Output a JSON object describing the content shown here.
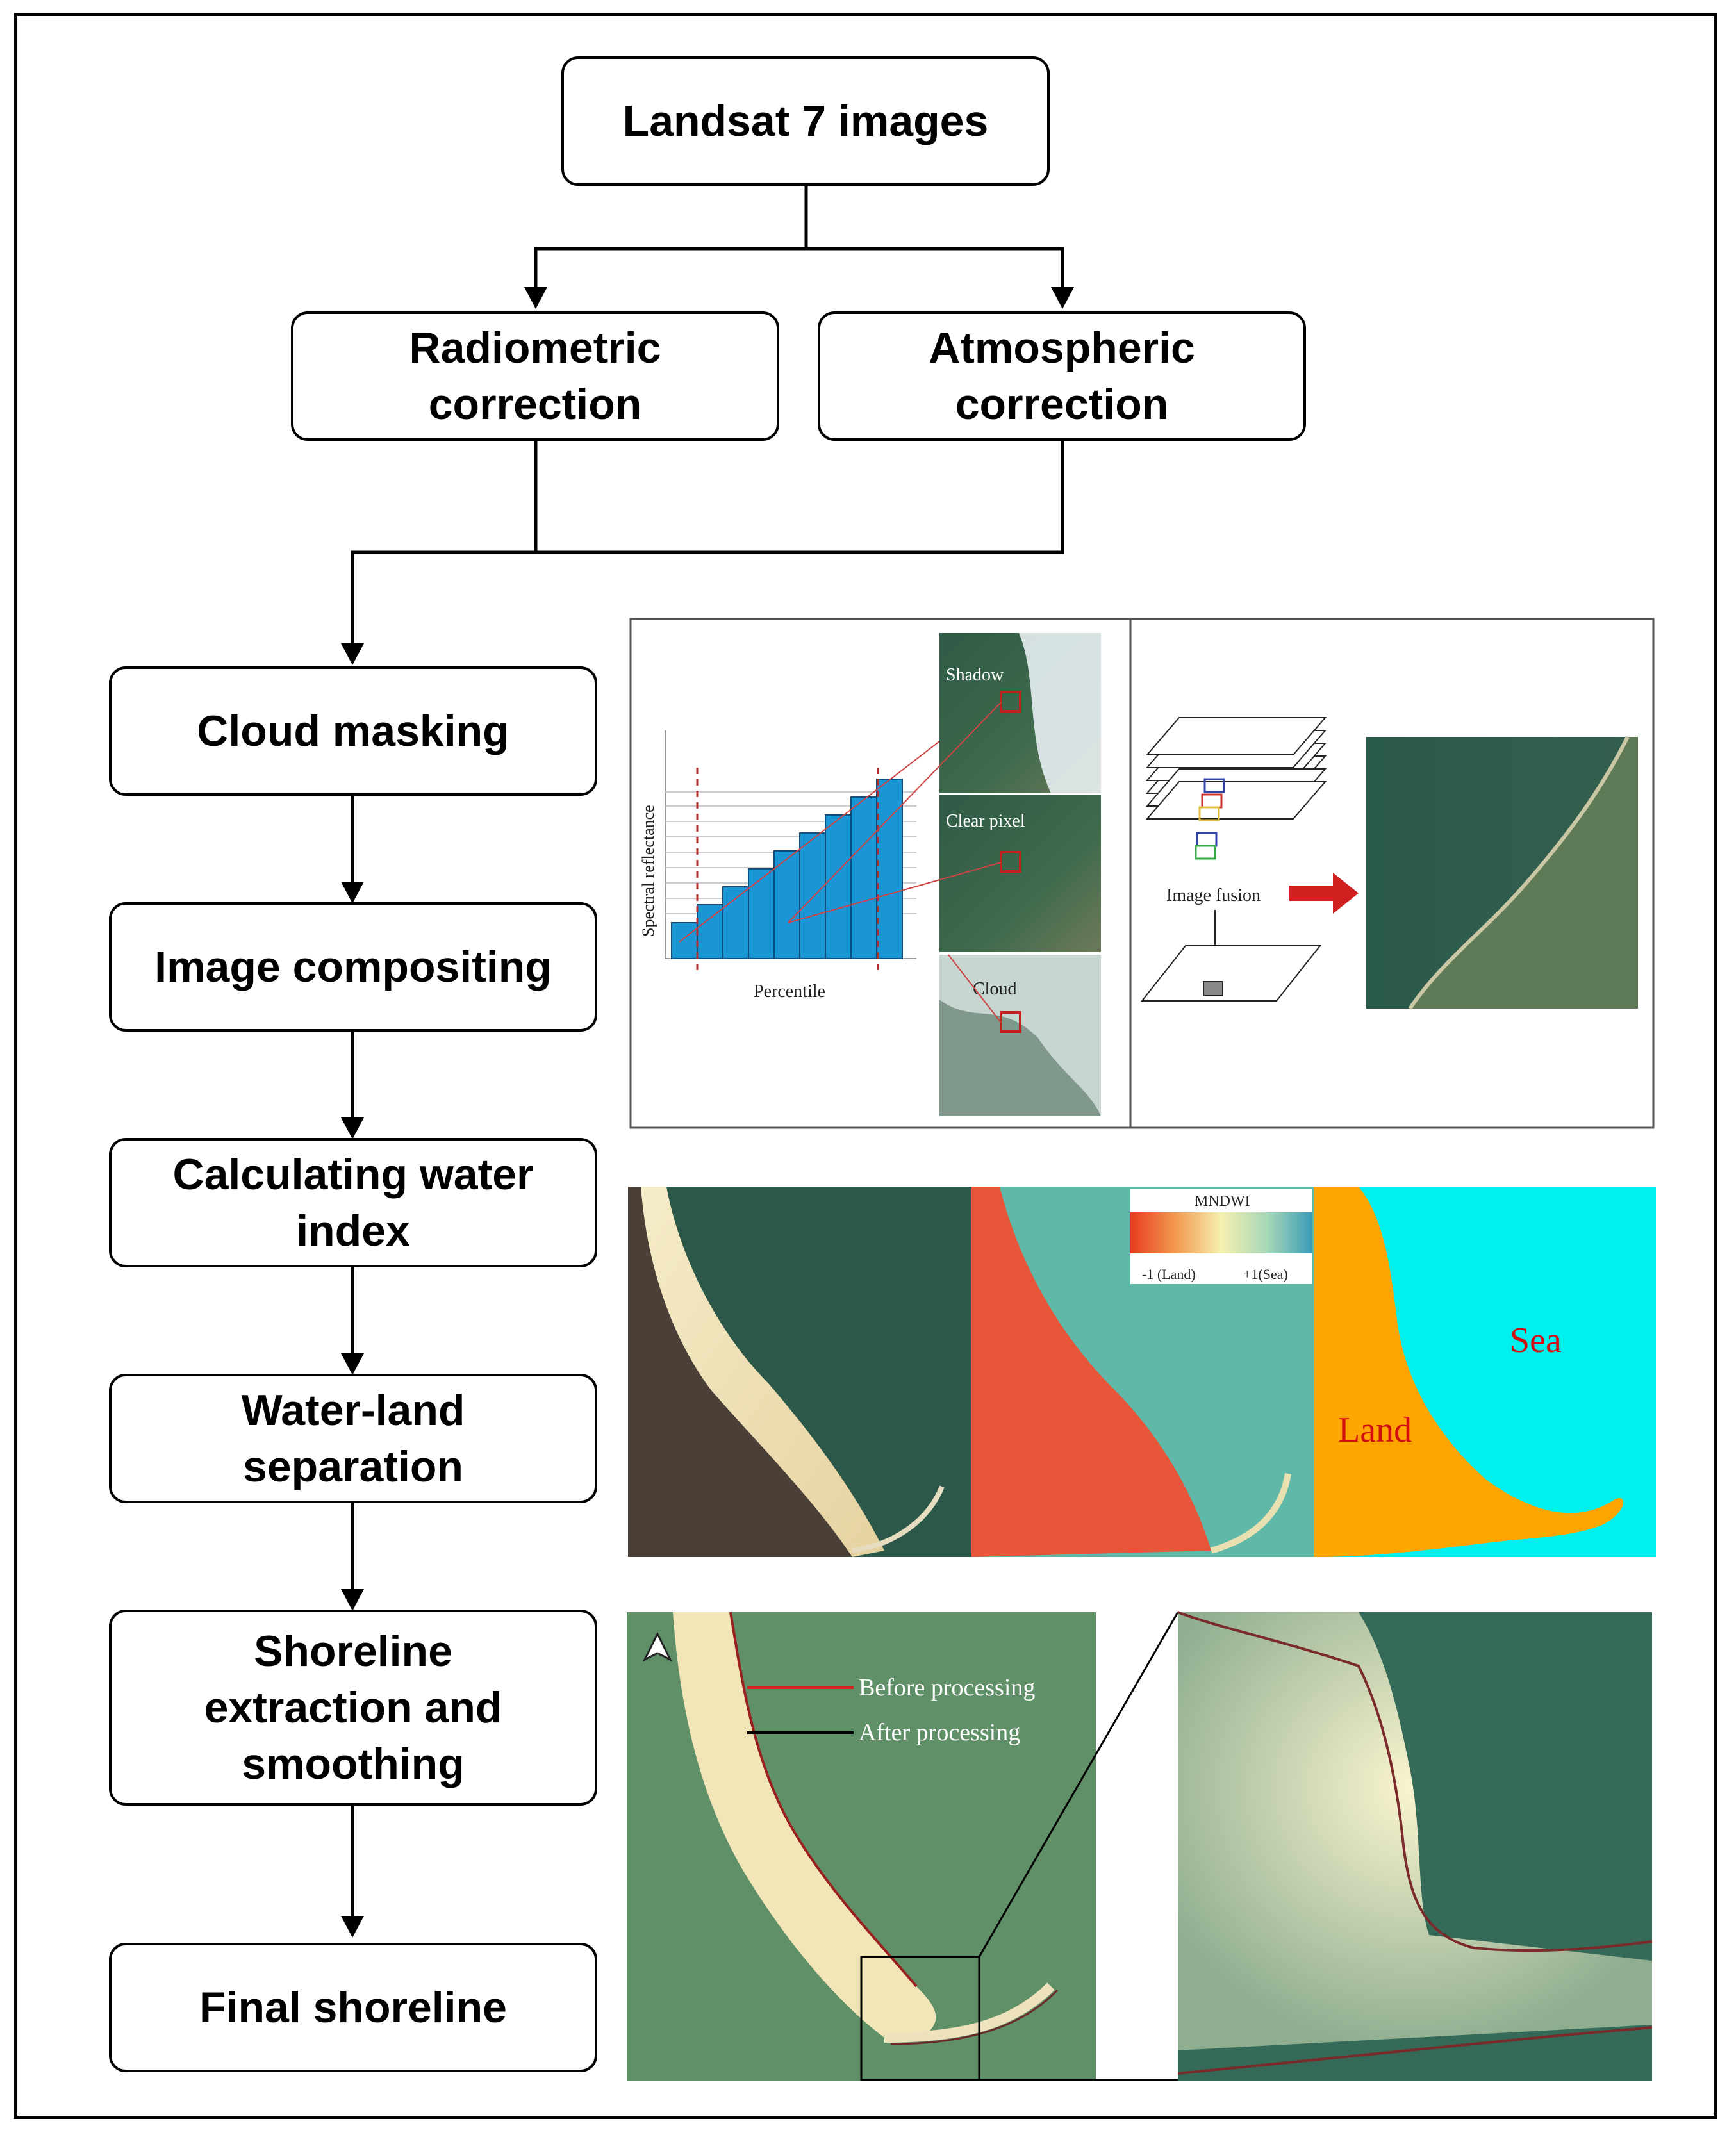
{
  "flow": {
    "top": "Landsat 7 images",
    "radiometric": "Radiometric correction",
    "atmospheric": "Atmospheric correction",
    "cloud_masking": "Cloud masking",
    "compositing": "Image compositing",
    "water_index": "Calculating water index",
    "separation": "Water-land separation",
    "shoreline": "Shoreline extraction and smoothing",
    "final": "Final shoreline"
  },
  "panel_composite": {
    "y_axis_label": "Spectral reflectance",
    "x_axis_label": "Percentile",
    "bar_values": [
      1,
      2,
      3,
      4,
      5,
      6,
      7,
      8,
      9
    ],
    "thumb_labels": [
      "Shadow",
      "Clear pixel",
      "Cloud"
    ],
    "fusion_label": "Image fusion"
  },
  "panel_index": {
    "legend_title": "MNDWI",
    "legend_min": "-1 (Land)",
    "legend_max": "+1(Sea)",
    "land_label": "Land",
    "sea_label": "Sea"
  },
  "panel_shoreline": {
    "legend_before": "Before processing",
    "legend_after": "After processing"
  },
  "colors": {
    "bar": "#1a96d6",
    "land": "#ffa500",
    "sea": "#00f0f0",
    "water": "#2b5848",
    "before_line": "#d02020",
    "after_line": "#000000",
    "label_red": "#d01010"
  }
}
